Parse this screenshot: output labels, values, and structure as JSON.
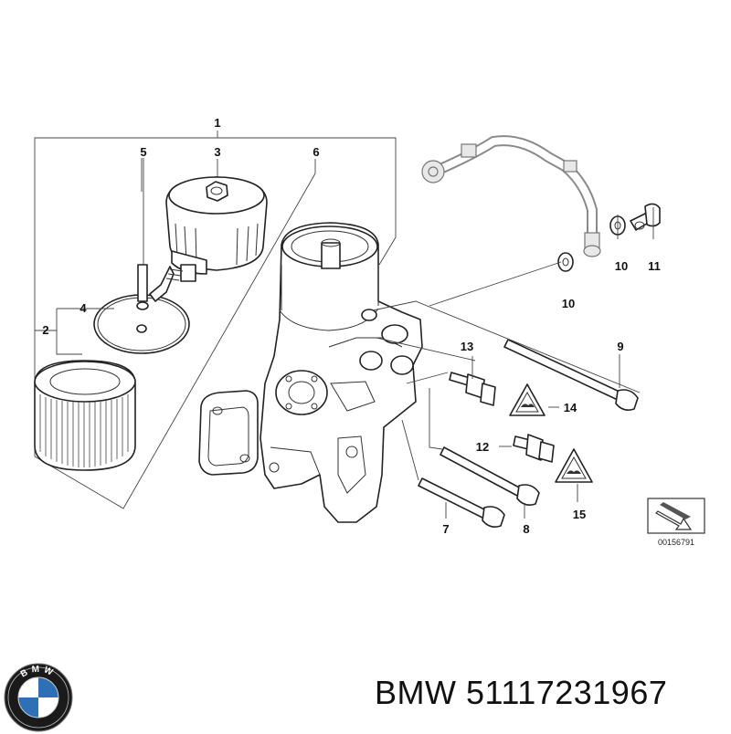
{
  "diagram": {
    "callouts": [
      "1",
      "2",
      "3",
      "4",
      "5",
      "6",
      "7",
      "8",
      "9",
      "10",
      "10",
      "11",
      "12",
      "13",
      "14",
      "15"
    ],
    "reference_code": "00156791"
  },
  "footer": {
    "brand": "BMW",
    "part_number": "51117231967",
    "title": "BMW 51117231967",
    "logo_letters": "BMW"
  },
  "colors": {
    "logo_blue": "#2f6fb6",
    "logo_ring": "#1a1a1a",
    "line": "#222222"
  }
}
